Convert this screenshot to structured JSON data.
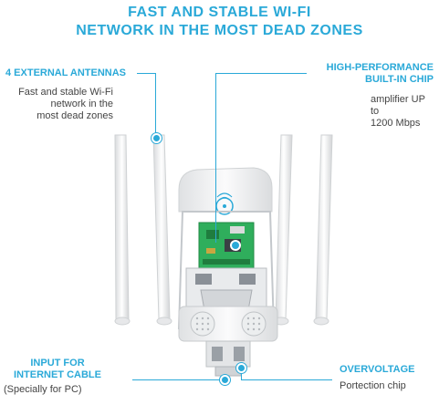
{
  "headline": {
    "line1": "FAST AND STABLE WI-FI",
    "line2": "NETWORK IN THE MOST DEAD ZONES"
  },
  "callouts": {
    "antennas": {
      "title": "4 EXTERNAL ANTENNAS",
      "lines": [
        "Fast and stable Wi-Fi",
        "network in the",
        "most dead zones"
      ]
    },
    "chip": {
      "title_lines": [
        "HIGH-PERFORMANCE",
        "BUILT-IN CHIP"
      ],
      "lines": [
        "amplifier UP to",
        "1200 Mbps"
      ]
    },
    "input": {
      "title_lines": [
        "INPUT FOR",
        "INTERNET CABLE"
      ],
      "lines": [
        "(Specially for PC)"
      ]
    },
    "overvoltage": {
      "title": "OVERVOLTAGE",
      "lines": [
        "Portection chip"
      ]
    }
  },
  "colors": {
    "accent": "#2aa9d8",
    "device_white": "#f4f5f6",
    "board_green": "#2fae5c"
  }
}
